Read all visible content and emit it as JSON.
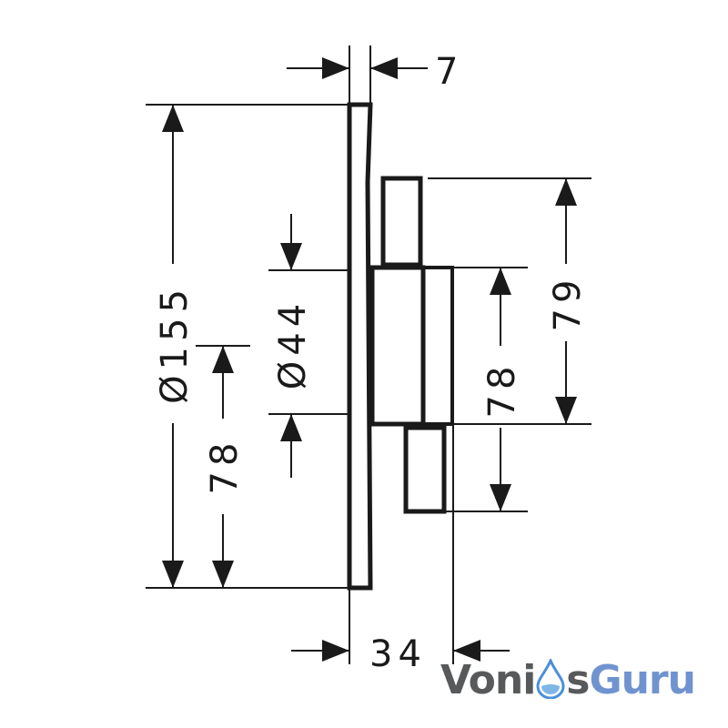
{
  "drawing": {
    "dimensions": {
      "plate_thickness": "7",
      "plate_diameter": "Ø155",
      "left_center_height": "78",
      "body_diameter": "Ø44",
      "right_overall_height": "79",
      "right_lower_height": "78",
      "depth": "34"
    }
  },
  "logo": {
    "part1": "Voni",
    "part2": "s",
    "part3": "Guru",
    "drop_color": "#4a90d9",
    "gray": "#58595b",
    "blue": "#6f93cf"
  }
}
